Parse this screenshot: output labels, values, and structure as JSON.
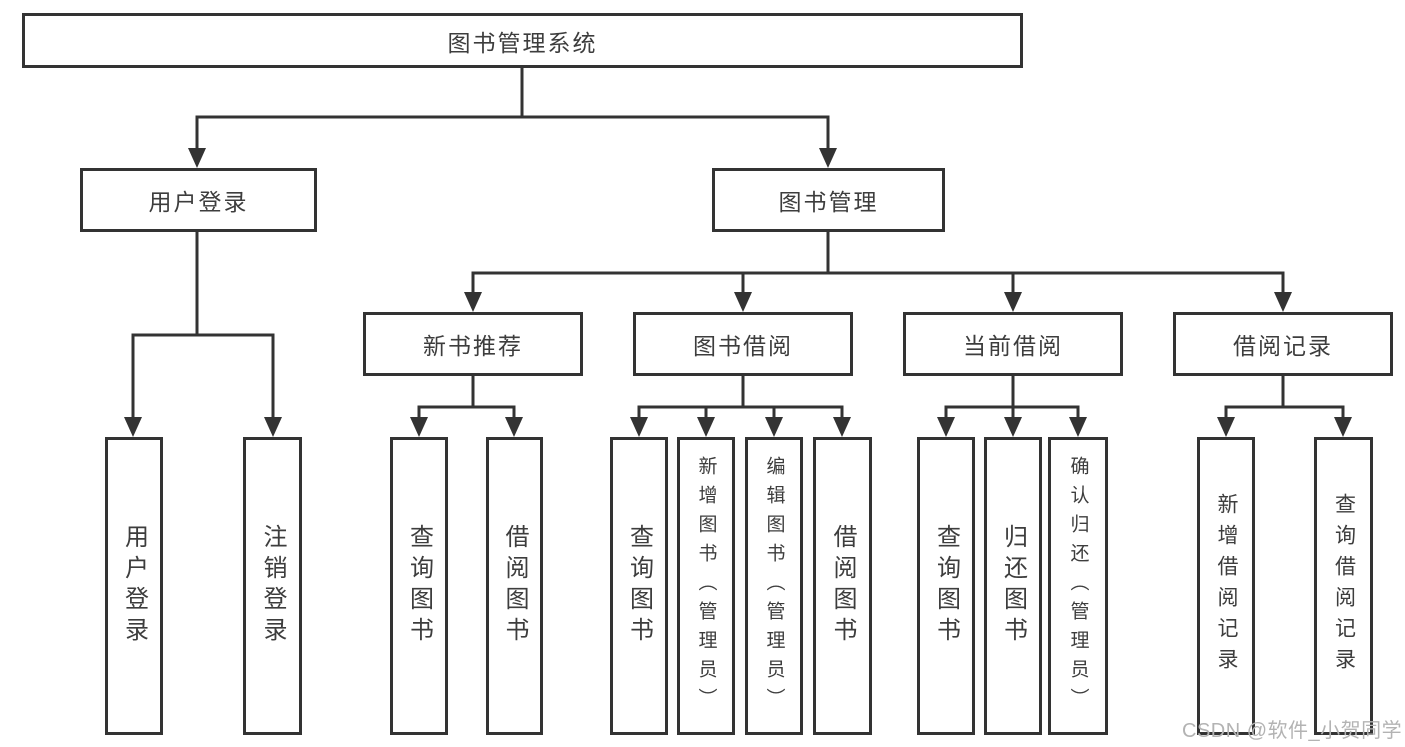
{
  "diagram": {
    "watermark": "CSDN @软件_小贺同学",
    "colors": {
      "line": "#333333",
      "box_border": "#333333",
      "text": "#3d3d3d",
      "watermark": "#b3b3b3",
      "background": "#ffffff"
    },
    "tree": {
      "root": "图书管理系统",
      "children": [
        {
          "label": "用户登录",
          "children": [
            "用户登录",
            "注销登录"
          ]
        },
        {
          "label": "图书管理",
          "children": [
            {
              "label": "新书推荐",
              "children": [
                "查询图书",
                "借阅图书"
              ]
            },
            {
              "label": "图书借阅",
              "children": [
                "查询图书",
                "新增图书（管理员）",
                "编辑图书（管理员）",
                "借阅图书"
              ]
            },
            {
              "label": "当前借阅",
              "children": [
                "查询图书",
                "归还图书",
                "确认归还（管理员）"
              ]
            },
            {
              "label": "借阅记录",
              "children": [
                "新增借阅记录",
                "查询借阅记录"
              ]
            }
          ]
        }
      ]
    }
  }
}
